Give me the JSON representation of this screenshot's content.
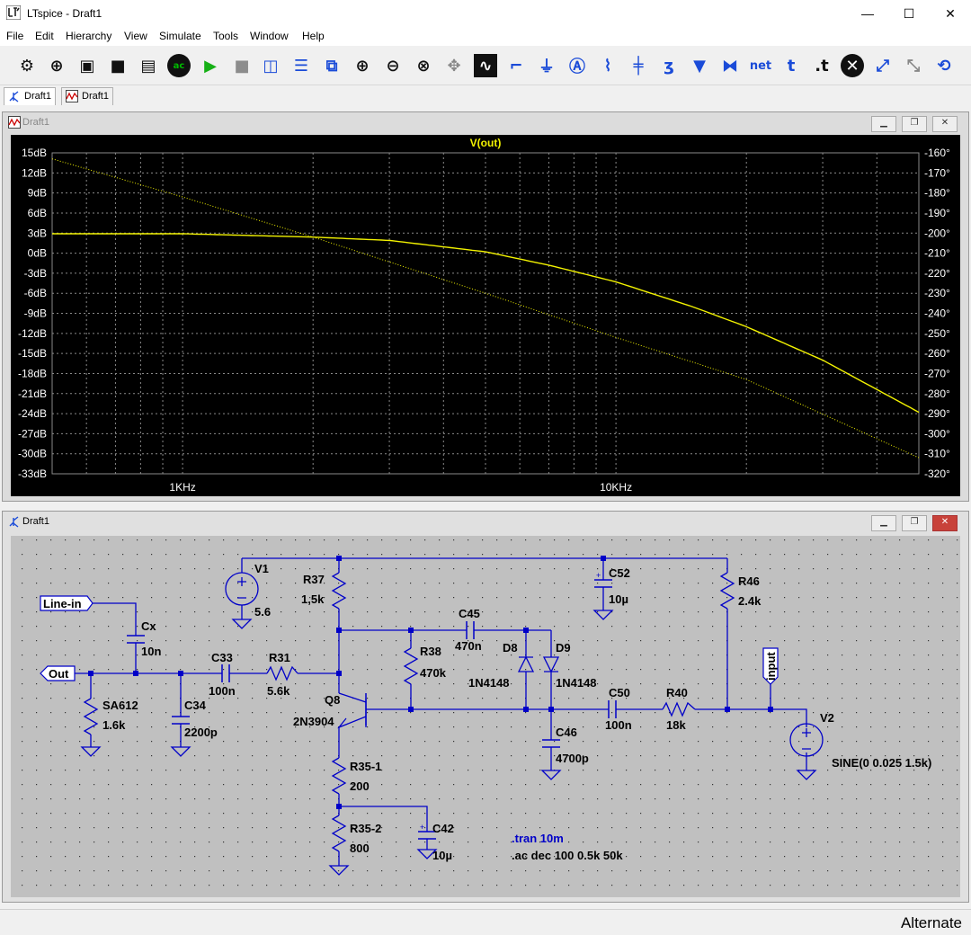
{
  "window": {
    "title": "LTspice - Draft1",
    "minimize": "—",
    "maximize": "☐",
    "close": "✕"
  },
  "menu": [
    "File",
    "Edit",
    "Hierarchy",
    "View",
    "Simulate",
    "Tools",
    "Window",
    "Help"
  ],
  "toolbar": {
    "icons": [
      "settings-icon",
      "new-schematic-icon",
      "open-icon",
      "save-icon",
      "print-icon",
      "ac-run-icon",
      "run-icon",
      "halt-icon",
      "tile-vertical-icon",
      "tile-horizontal-icon",
      "cascade-icon",
      "zoom-in-icon",
      "zoom-out-icon",
      "zoom-fit-icon",
      "pan-icon",
      "waveform-icon",
      "wire-icon",
      "ground-icon",
      "label-icon",
      "resistor-icon",
      "capacitor-icon",
      "inductor-icon",
      "diode-icon",
      "component-icon",
      "netlist-icon",
      "text-icon",
      "spice-directive-icon",
      "delete-icon",
      "move-icon",
      "drag-icon",
      "rotate-icon"
    ],
    "labels": {
      "ac": "ac",
      "net": "net",
      "t": "t",
      "dot_t": ".t"
    }
  },
  "tabs": [
    {
      "label": "Draft1",
      "icon": "schematic-icon"
    },
    {
      "label": "Draft1",
      "icon": "waveform-icon"
    }
  ],
  "waveform": {
    "window_title": "Draft1",
    "trace_name": "V(out)",
    "colors": {
      "background": "#000000",
      "trace": "#f2f200",
      "grid": "#8a8a8a",
      "text": "#ffffff"
    },
    "x_ticks": [
      "1KHz",
      "10KHz"
    ],
    "y_left_ticks": [
      "15dB",
      "12dB",
      "9dB",
      "6dB",
      "3dB",
      "0dB",
      "-3dB",
      "-6dB",
      "-9dB",
      "-12dB",
      "-15dB",
      "-18dB",
      "-21dB",
      "-24dB",
      "-27dB",
      "-30dB",
      "-33dB"
    ],
    "y_right_ticks": [
      "-160°",
      "-170°",
      "-180°",
      "-190°",
      "-200°",
      "-210°",
      "-220°",
      "-230°",
      "-240°",
      "-250°",
      "-260°",
      "-270°",
      "-280°",
      "-290°",
      "-300°",
      "-310°",
      "-320°"
    ]
  },
  "chart_data": {
    "type": "line",
    "title": "V(out)",
    "xlabel": "",
    "ylabel": "",
    "xscale": "log",
    "xlim": [
      500,
      50000
    ],
    "ylim": [
      -33,
      15
    ],
    "y2lim": [
      -320,
      -160
    ],
    "grid": true,
    "series": [
      {
        "name": "V(out)",
        "axis": "left",
        "style": "solid",
        "x": [
          500,
          1000,
          2000,
          3000,
          5000,
          7000,
          10000,
          15000,
          20000,
          30000,
          50000
        ],
        "values": [
          2.9,
          2.9,
          2.4,
          1.9,
          0.2,
          -1.8,
          -4.3,
          -8.0,
          -11.0,
          -16.0,
          -23.8
        ]
      },
      {
        "name": "",
        "axis": "right",
        "style": "dotted",
        "x": [
          500,
          1000,
          2000,
          5000,
          10000,
          20000,
          50000
        ],
        "values": [
          -163,
          -182,
          -202,
          -230,
          -252,
          -273,
          -312
        ]
      }
    ]
  },
  "schematic": {
    "window_title": "Draft1",
    "components": {
      "V1": {
        "name": "V1",
        "value": "5.6"
      },
      "R37": {
        "name": "R37",
        "value": "1,5k"
      },
      "C52": {
        "name": "C52",
        "value": "10µ"
      },
      "R46": {
        "name": "R46",
        "value": "2.4k"
      },
      "Cx": {
        "name": "Cx",
        "value": "10n"
      },
      "C45": {
        "name": "C45",
        "value": "470n"
      },
      "R38": {
        "name": "R38",
        "value": "470k"
      },
      "D8": {
        "name": "D8",
        "value": "1N4148"
      },
      "D9": {
        "name": "D9",
        "value": "1N4148"
      },
      "C33": {
        "name": "C33",
        "value": "100n"
      },
      "R31": {
        "name": "R31",
        "value": "5.6k"
      },
      "SA612": {
        "name": "SA612",
        "value": "1.6k"
      },
      "C34": {
        "name": "C34",
        "value": "2200p"
      },
      "Q8": {
        "name": "Q8",
        "value": "2N3904"
      },
      "C50": {
        "name": "C50",
        "value": "100n"
      },
      "R40": {
        "name": "R40",
        "value": "18k"
      },
      "C46": {
        "name": "C46",
        "value": "4700p"
      },
      "V2": {
        "name": "V2",
        "value": "SINE(0 0.025 1.5k)"
      },
      "R35_1": {
        "name": "R35-1",
        "value": "200"
      },
      "R35_2": {
        "name": "R35-2",
        "value": "800"
      },
      "C42": {
        "name": "C42",
        "value": "10µ"
      }
    },
    "labels": {
      "line_in": "Line-in",
      "out": "Out",
      "input": "input"
    },
    "directives": {
      "tran": ".tran 10m",
      "ac": ".ac dec 100 0.5k 50k"
    },
    "colors": {
      "background": "#c0c0c0",
      "wire": "#0000c8",
      "text": "#000000",
      "directive": "#0000c8"
    }
  },
  "status": "Alternate"
}
